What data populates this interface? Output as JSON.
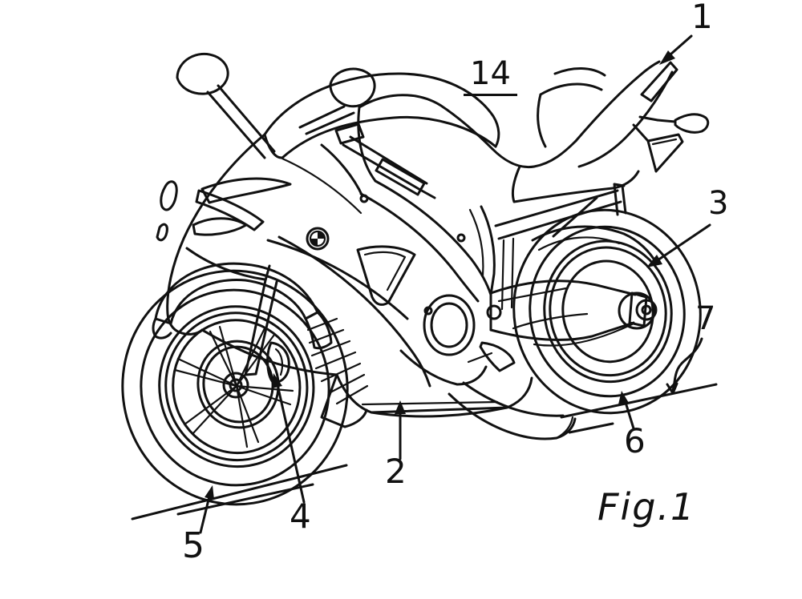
{
  "figure": {
    "caption": "Fig.1",
    "drawing_label": "14",
    "subject": "sport-motorcycle-patent-line-drawing"
  },
  "colors": {
    "background": "#ffffff",
    "line": "#111111"
  },
  "reference_numerals": [
    {
      "text": "1",
      "points_to": "tail-rear-end"
    },
    {
      "text": "2",
      "points_to": "belly-fairing"
    },
    {
      "text": "3",
      "points_to": "rear-wheel-hub"
    },
    {
      "text": "4",
      "points_to": "front-brake-caliper"
    },
    {
      "text": "5",
      "points_to": "front-tire-contact"
    },
    {
      "text": "6",
      "points_to": "rear-tire-contact"
    },
    {
      "text": "7",
      "points_to": "ground-line"
    }
  ]
}
